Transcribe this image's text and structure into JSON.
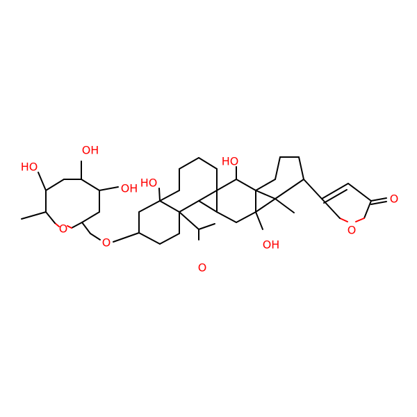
{
  "colors": {
    "background": "#ffffff",
    "bond": "#000000",
    "oxygen": "#ff0000"
  },
  "labels": {
    "oh_sugar_top": "OH",
    "oh_sugar_left": "HO",
    "oh_sugar_right": "OH",
    "o_ring": "O",
    "o_glycosidic": "O",
    "oh_c5": "HO",
    "oh_c14": "HO",
    "oh_c12": "OH",
    "o_aldehyde": "O",
    "o_lactone_ring": "O",
    "o_lactone_carbonyl": "O"
  }
}
